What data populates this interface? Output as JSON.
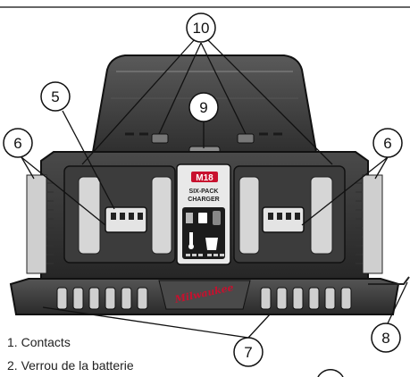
{
  "header": {
    "divider": true
  },
  "charger": {
    "model_badge": "M18",
    "model_line1": "SIX-PACK",
    "model_line2": "CHARGER",
    "brand_logo": "Milwaukee"
  },
  "callouts": [
    "10",
    "9",
    "5",
    "6",
    "6",
    "7",
    "8"
  ],
  "legend": [
    {
      "number": "1.",
      "label": "Contacts"
    },
    {
      "number": "2.",
      "label": "Verrou de la batterie"
    }
  ],
  "colors": {
    "line": "#222222",
    "body_dark": "#3a3a3a",
    "body_mid": "#6e6e6e",
    "body_light": "#bdbdbd",
    "panel_red": "#c8102e"
  }
}
